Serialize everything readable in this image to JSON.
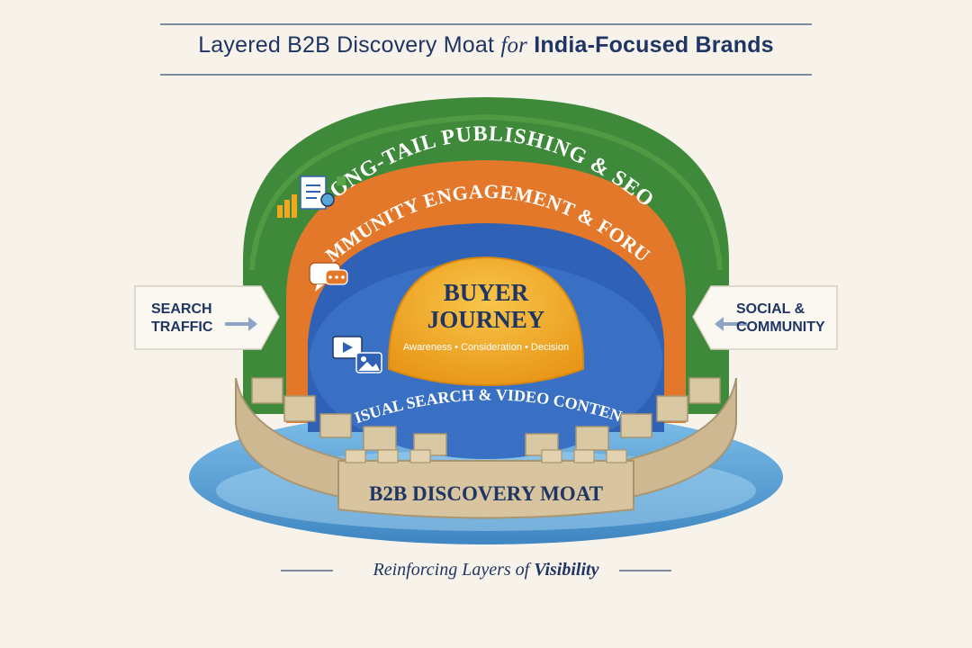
{
  "title": {
    "part1": "Layered B2B Discovery Moat ",
    "part2": "for",
    "part3": " India-Focused Brands"
  },
  "layers": {
    "outer": "LONG-TAIL PUBLISHING & SEO",
    "second": "COMMUNITY ENGAGEMENT & FORUMS",
    "inner": "VISUAL SEARCH & VIDEO CONTENT"
  },
  "core": {
    "line1": "BUYER",
    "line2": "JOURNEY",
    "stages": "Awareness • Consideration • Decision"
  },
  "wall_label": "B2B DISCOVERY MOAT",
  "inputs": {
    "left_line1": "SEARCH",
    "left_line2": "TRAFFIC",
    "right_line1": "SOCIAL &",
    "right_line2": "COMMUNITY"
  },
  "footer": {
    "part1": "Reinforcing Layers of ",
    "part2": "Visibility"
  },
  "colors": {
    "green": "#3f8a3a",
    "orange": "#e4782a",
    "blue": "#2f62b6",
    "yellow": "#f0a620",
    "stone": "#cdb892",
    "water": "#5aa4d6",
    "navy": "#1f3563"
  },
  "icons": [
    "document-chart-icon",
    "chat-bubbles-icon",
    "video-image-icon"
  ]
}
